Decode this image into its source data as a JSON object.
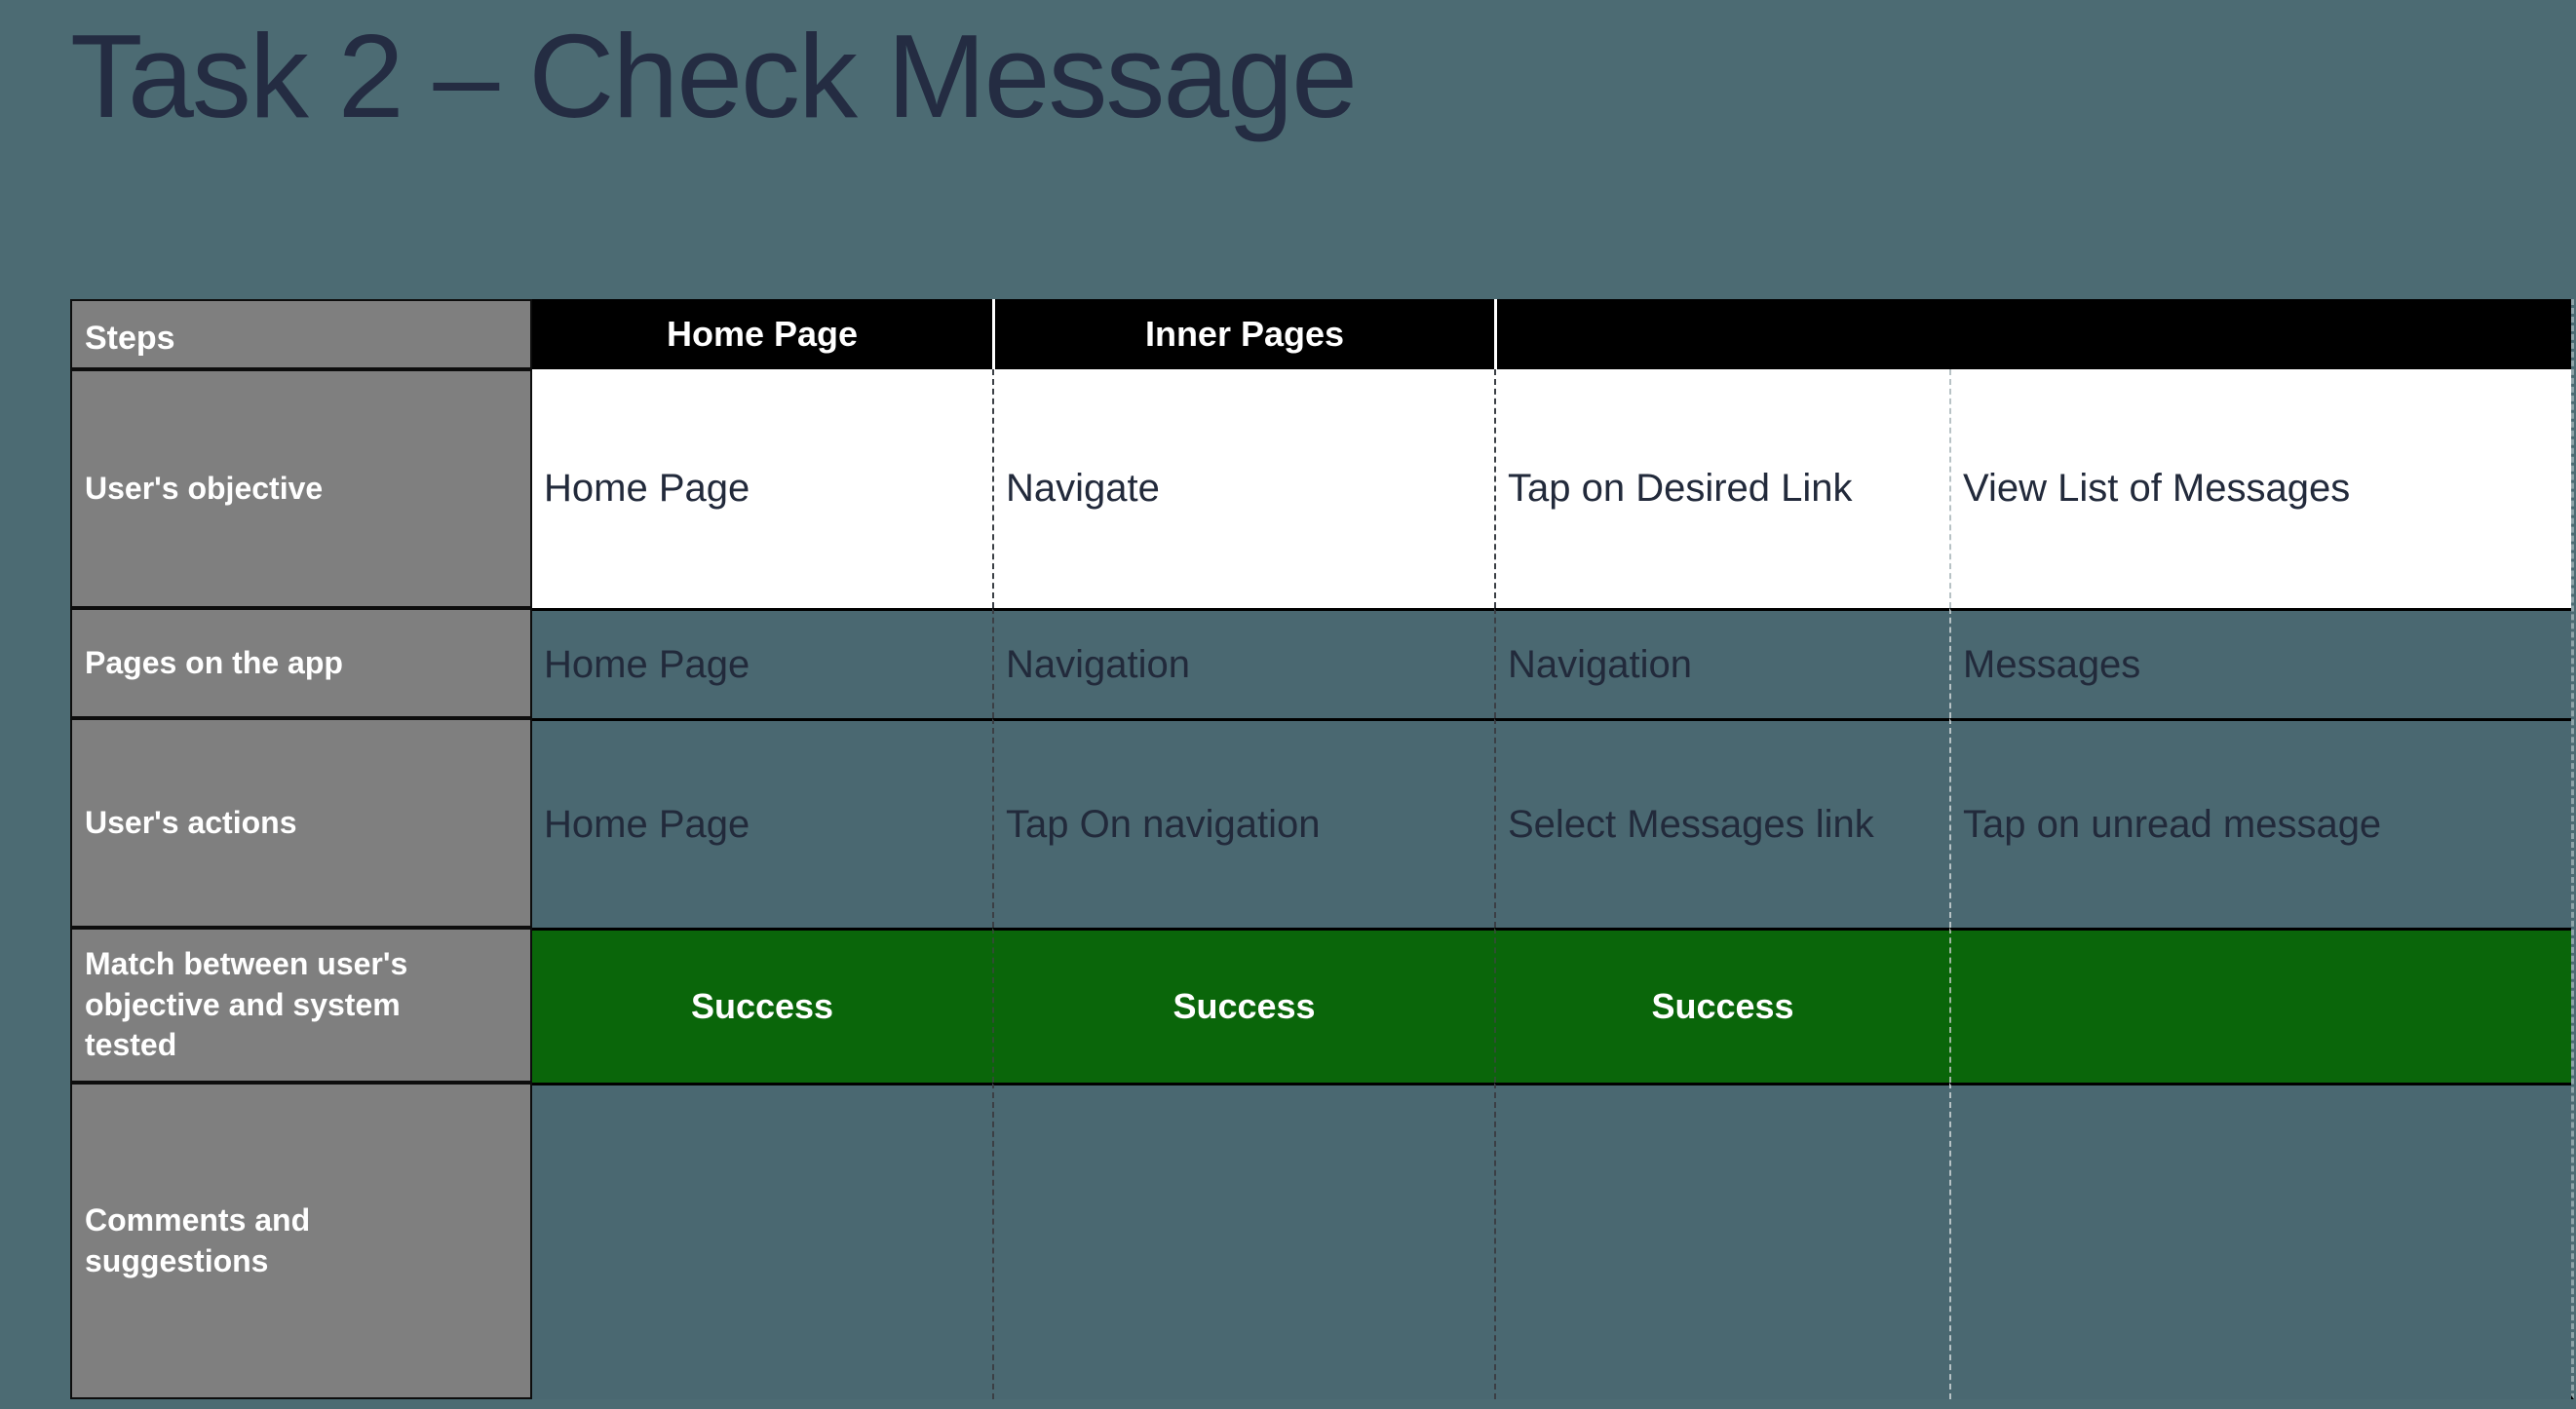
{
  "slide": {
    "title": "Task 2 – Check Message"
  },
  "table": {
    "header": {
      "steps_label": "Steps",
      "columns": [
        "Home Page",
        "Inner Pages",
        ""
      ]
    },
    "rows": [
      {
        "label": "User's objective",
        "cells": [
          "Home Page",
          "Navigate",
          "Tap on Desired Link",
          "View List of Messages"
        ]
      },
      {
        "label": "Pages on the app",
        "cells": [
          "Home Page",
          "Navigation",
          "Navigation",
          "Messages"
        ]
      },
      {
        "label": "User's actions",
        "cells": [
          "Home Page",
          "Tap On navigation",
          "Select Messages link",
          "Tap on unread message"
        ]
      },
      {
        "label": "Match between user's objective and system tested",
        "cells": [
          "Success",
          "Success",
          "Success",
          ""
        ]
      },
      {
        "label": "Comments and suggestions",
        "cells": [
          "",
          "",
          "",
          ""
        ]
      }
    ]
  },
  "colors": {
    "background": "#4C6B73",
    "cell_teal": "#4A6871",
    "label_gray": "#7F7F7F",
    "header_black": "#000000",
    "success_green": "#0A660A",
    "text_navy": "#222A3B",
    "text_white": "#FFFFFF"
  }
}
